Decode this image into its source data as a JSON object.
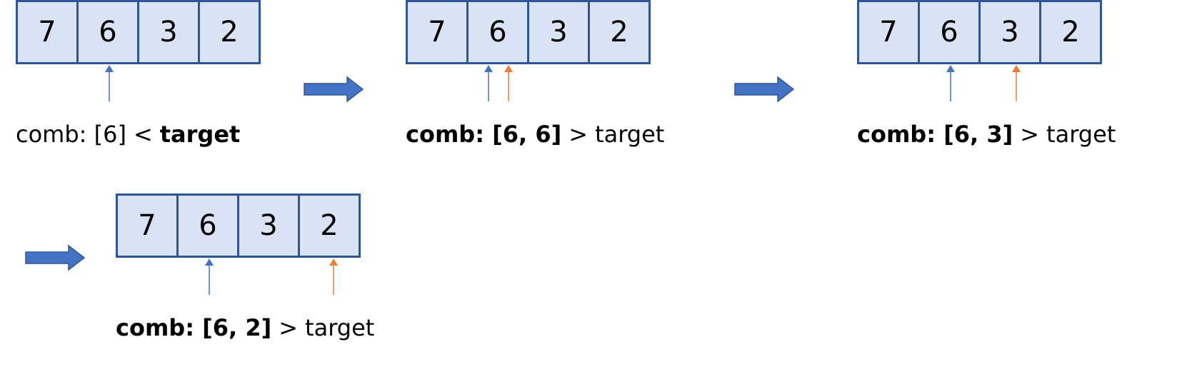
{
  "colors": {
    "cell_fill": "#dae3f3",
    "cell_border": "#2f5597",
    "pointer_blue": "#4472c4",
    "pointer_orange": "#ed7d31",
    "flow_arrow": "#4472c4"
  },
  "panels": [
    {
      "cells": [
        "7",
        "6",
        "3",
        "2"
      ],
      "caption": {
        "part1": "comb: [6]",
        "op": "<",
        "part2": "target",
        "bold": "part2"
      },
      "pointers": [
        {
          "index": 1,
          "color": "blue"
        }
      ]
    },
    {
      "cells": [
        "7",
        "6",
        "3",
        "2"
      ],
      "caption": {
        "part1": "comb: [6, 6]",
        "op": ">",
        "part2": "target",
        "bold": "part1"
      },
      "pointers": [
        {
          "index": 1,
          "color": "blue"
        },
        {
          "index": 1,
          "color": "orange"
        }
      ]
    },
    {
      "cells": [
        "7",
        "6",
        "3",
        "2"
      ],
      "caption": {
        "part1": "comb: [6, 3]",
        "op": ">",
        "part2": "target",
        "bold": "part1"
      },
      "pointers": [
        {
          "index": 1,
          "color": "blue"
        },
        {
          "index": 2,
          "color": "orange"
        }
      ]
    },
    {
      "cells": [
        "7",
        "6",
        "3",
        "2"
      ],
      "caption": {
        "part1": "comb: [6, 2]",
        "op": ">",
        "part2": "target",
        "bold": "part1"
      },
      "pointers": [
        {
          "index": 1,
          "color": "blue"
        },
        {
          "index": 3,
          "color": "orange"
        }
      ]
    }
  ]
}
